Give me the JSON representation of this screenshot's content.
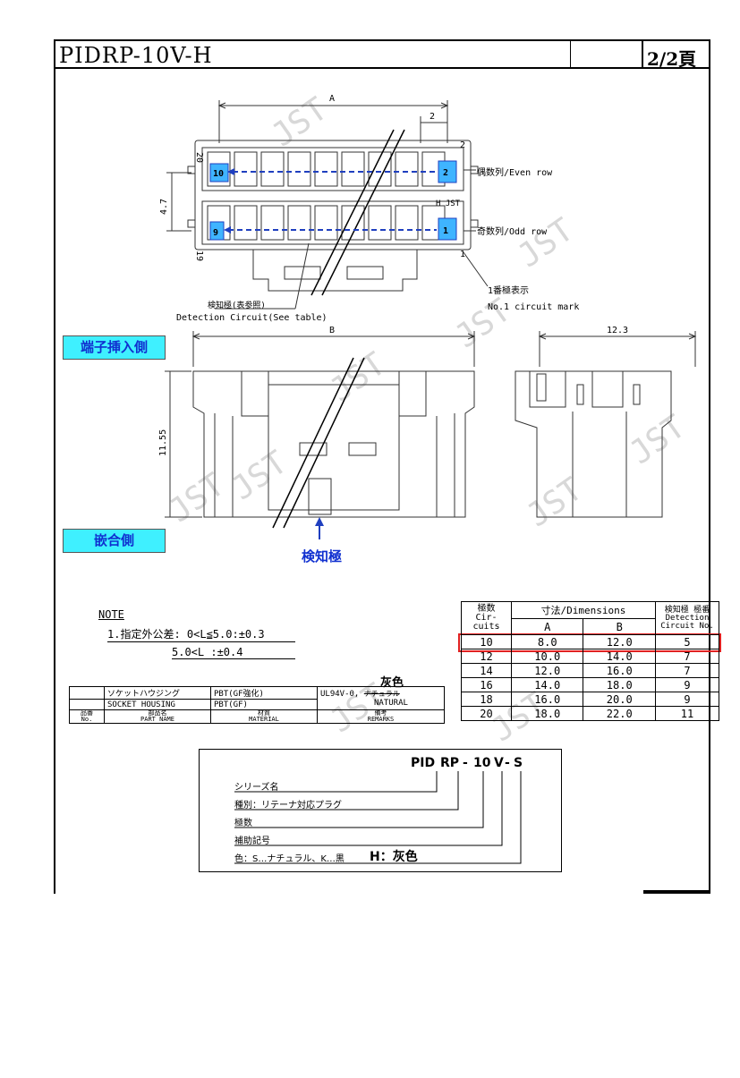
{
  "header": {
    "drawing_title": "PIDRP-10V-H",
    "page_number": "2/2頁"
  },
  "top_view": {
    "dim_a": "A",
    "dim_pitch": "2",
    "dim_height": "4.7",
    "pin_20": "20",
    "pin_19": "19",
    "pin_2_top": "2",
    "pin_1_mark": "1",
    "pin_10": "10",
    "pin_9": "9",
    "pin_2": "2",
    "pin_1": "1",
    "even_row": "偶数列/Even row",
    "odd_row": "奇数列/Odd row",
    "h_jst": "H JST",
    "circuit_mark_jp": "1番極表示",
    "circuit_mark_en": "No.1 circuit mark",
    "detection_jp": "検知極(表参照)",
    "detection_en": "Detection Circuit(See table)"
  },
  "front_view": {
    "dim_b": "B",
    "dim_height": "11.55",
    "insertion_side_label": "端子挿入側",
    "mating_side_label": "嵌合側",
    "detection_pin_label": "検知極"
  },
  "side_view": {
    "dim_width": "12.3"
  },
  "watermark": "JST",
  "notes": {
    "title": "NOTE",
    "line1": "1.指定外公差: 0<L≦5.0:±0.3",
    "line2": "5.0<L :±0.4"
  },
  "material_table": {
    "color_label": "灰色",
    "rows": [
      {
        "part_jp": "ソケットハウジング",
        "material_jp": "PBT(GF強化)",
        "remarks": "UL94V-0,",
        "remarks_strike": "ナチュラル"
      },
      {
        "part_en": "SOCKET HOUSING",
        "material_en": "PBT(GF)",
        "remarks_en": "NATURAL"
      }
    ],
    "header": {
      "no_jp": "品番",
      "no_en": "No.",
      "part_jp": "部品名",
      "part_en": "PART NAME",
      "material_jp": "材質",
      "material_en": "MATERIAL",
      "remarks_jp": "備考",
      "remarks_en": "REMARKS"
    }
  },
  "dimension_table": {
    "header": {
      "circuits_jp": "極数",
      "circuits_en": "Cir- cuits",
      "dims_title": "寸法/Dimensions",
      "col_a": "A",
      "col_b": "B",
      "detection_jp": "検知極 極番",
      "detection_en": "Detection Circuit No."
    },
    "rows": [
      [
        "10",
        "8.0",
        "12.0",
        "5"
      ],
      [
        "12",
        "10.0",
        "14.0",
        "7"
      ],
      [
        "14",
        "12.0",
        "16.0",
        "7"
      ],
      [
        "16",
        "14.0",
        "18.0",
        "9"
      ],
      [
        "18",
        "16.0",
        "20.0",
        "9"
      ],
      [
        "20",
        "18.0",
        "22.0",
        "11"
      ]
    ],
    "highlight_color": "#e02020"
  },
  "part_number": {
    "code_pid": "PID",
    "code_rp": "RP",
    "code_10": "10",
    "code_v": "V",
    "code_s": "S",
    "dash1": "-",
    "dash2": "-",
    "series": "シリーズ名",
    "type": "種別：リテーナ対応プラグ",
    "circuits": "極数",
    "aux": "補助記号",
    "color": "色：S…ナチュラル、K…黒",
    "color_h": "H：灰色"
  },
  "colors": {
    "cyan_box": "#3ff0ff",
    "blue_text": "#1030d0",
    "arrow_blue": "#1f3fbf",
    "highlight": "#e02020"
  }
}
